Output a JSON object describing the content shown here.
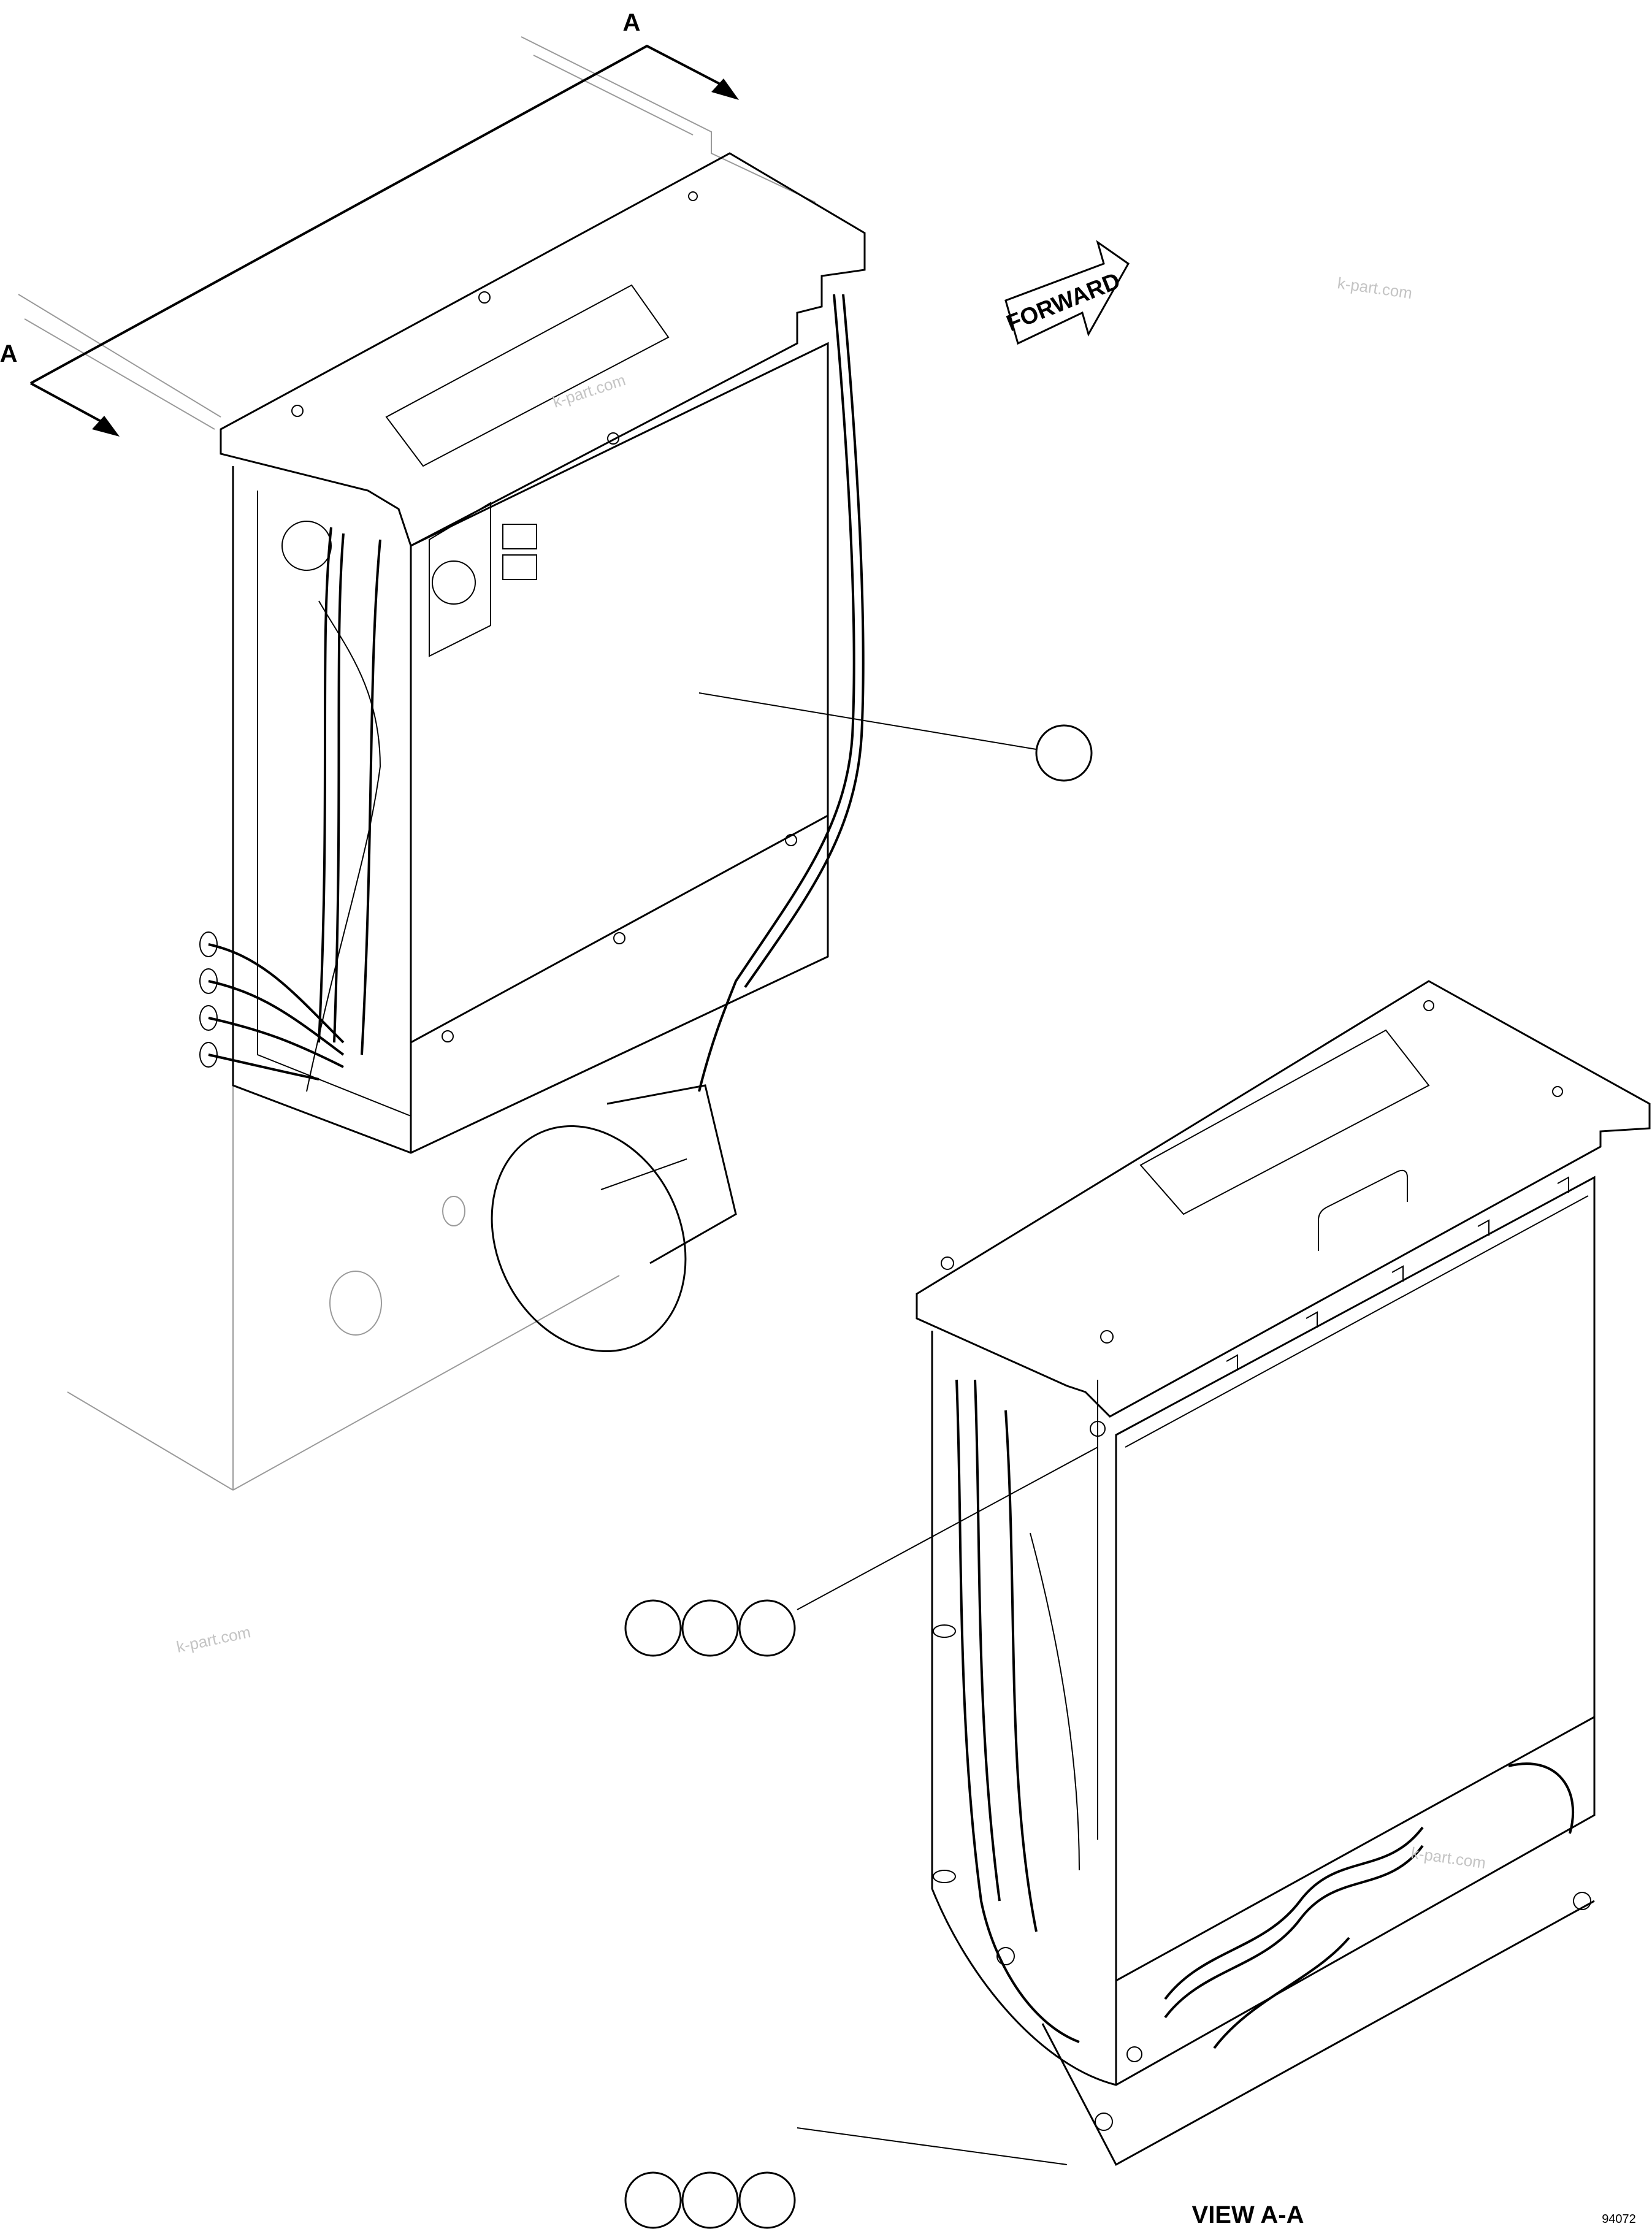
{
  "section_marks": {
    "top": "A",
    "left": "A"
  },
  "forward_arrow": {
    "label": "FORWARD"
  },
  "view_title": "VIEW A-A",
  "drawing_number": "94072",
  "watermarks": [
    "k-part.com",
    "k-part.com",
    "k-part.com",
    "k-part.com"
  ],
  "callout_balloons": [
    {
      "target": "main-panel",
      "count": 1,
      "label": ""
    },
    {
      "target": "top-clip",
      "count": 3,
      "label": ""
    },
    {
      "target": "bottom-bracket",
      "count": 3,
      "label": ""
    }
  ]
}
